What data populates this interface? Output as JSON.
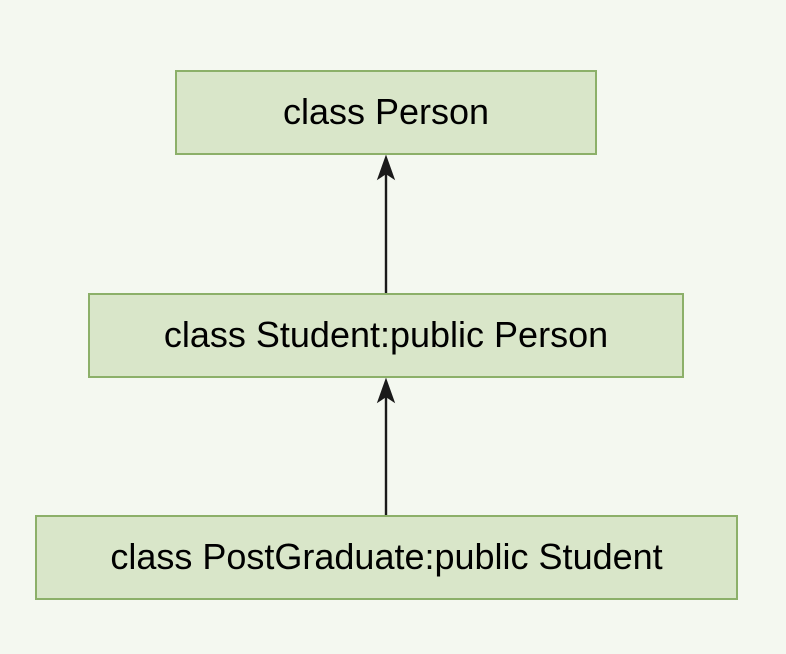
{
  "diagram": {
    "type": "class-inheritance-hierarchy",
    "background_color": "#f4f8f0",
    "node_fill_color": "#d9e6c9",
    "node_border_color": "#8cb069",
    "edge_color": "#1a1a1a",
    "text_color": "#000000",
    "nodes": [
      {
        "id": "person",
        "label": "class Person"
      },
      {
        "id": "student",
        "label": "class Student:public Person"
      },
      {
        "id": "postgraduate",
        "label": "class PostGraduate:public Student"
      }
    ],
    "edges": [
      {
        "id": "student-to-person",
        "from": "student",
        "to": "person",
        "arrowhead": "solid-triangle-up"
      },
      {
        "id": "postgraduate-to-student",
        "from": "postgraduate",
        "to": "student",
        "arrowhead": "solid-triangle-up"
      }
    ]
  }
}
